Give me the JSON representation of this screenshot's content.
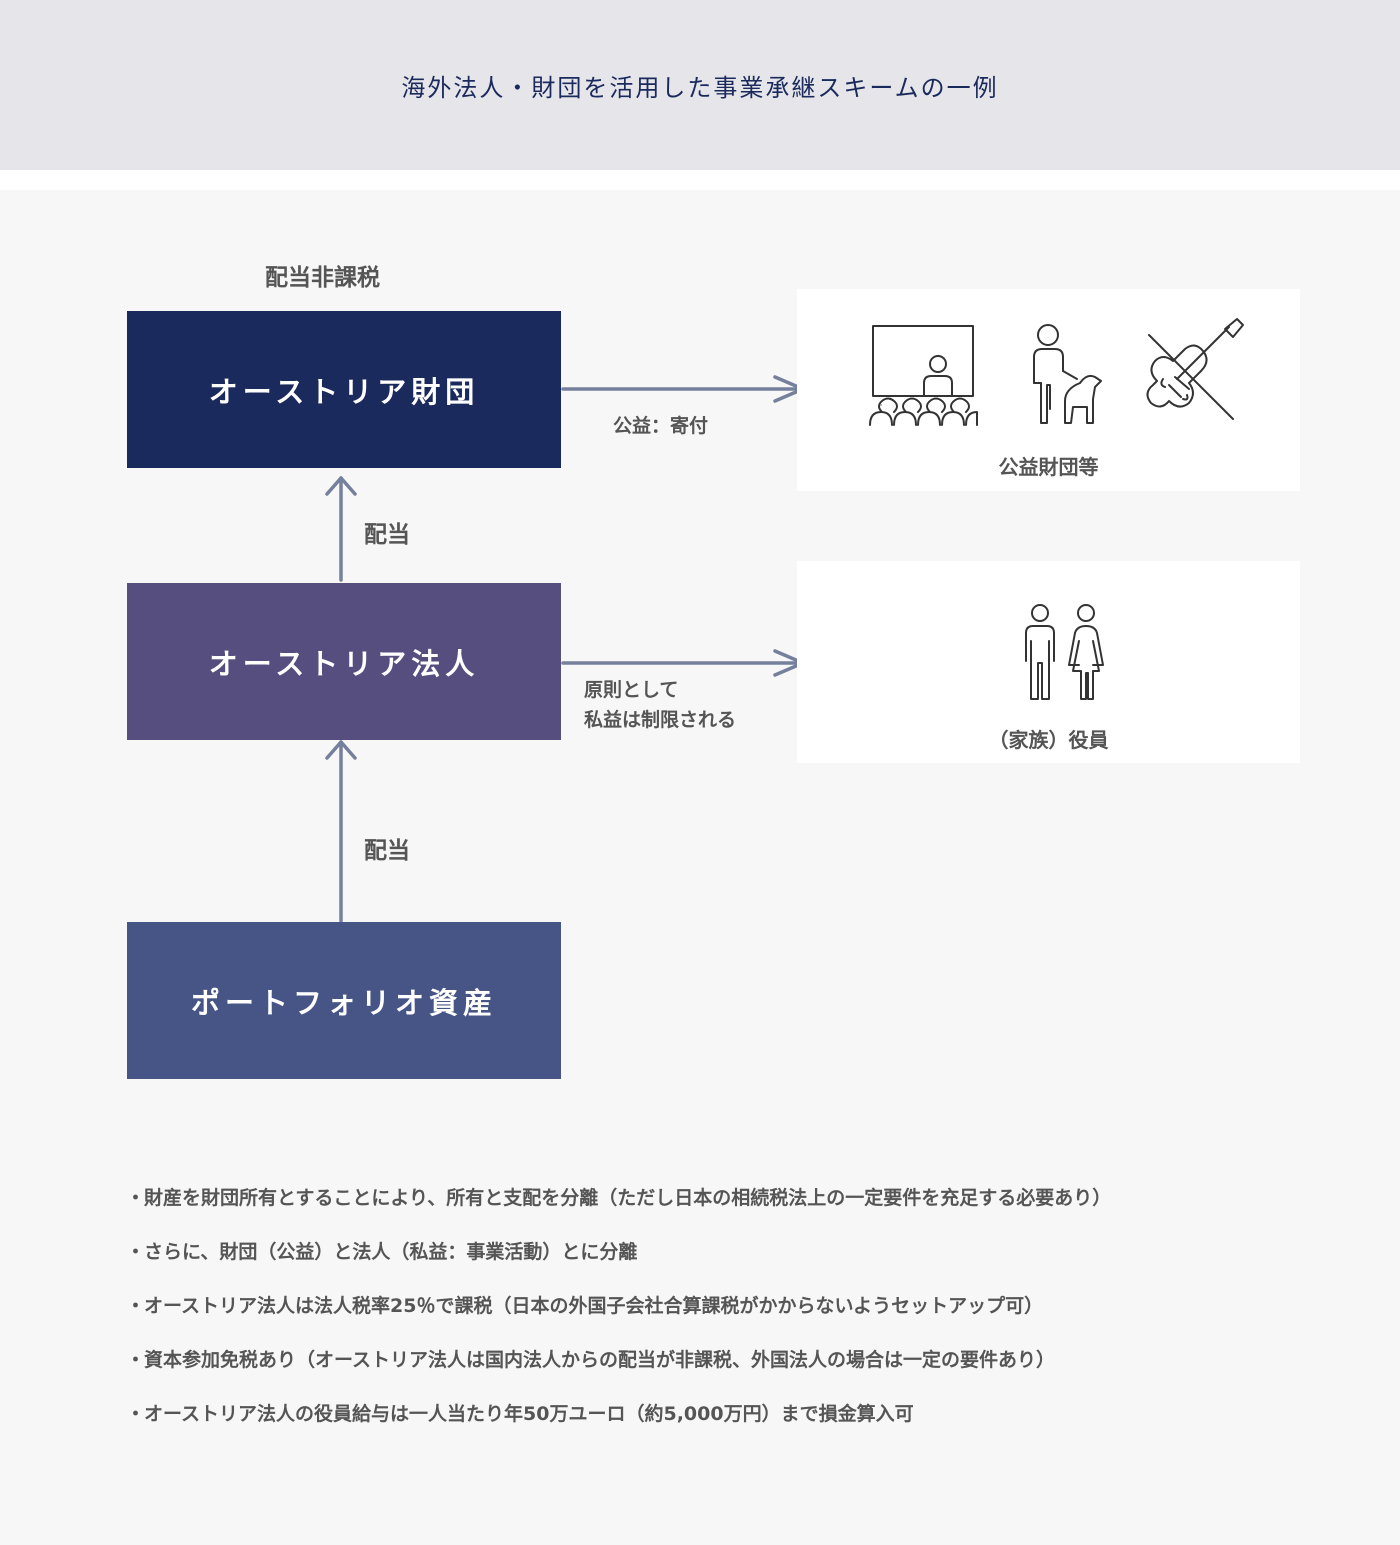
{
  "header": {
    "title": "海外法人・財団を活用した事業承継スキームの一例"
  },
  "diagram": {
    "dividend_tax_label": "配当非課税",
    "foundation_box": "オーストリア財団",
    "corporation_box": "オーストリア法人",
    "assets_box": "ポートフォリオ資産",
    "dividend_label_upper": "配当",
    "dividend_label_lower": "配当",
    "donation_label": "公益：寄付",
    "private_benefit_line1": "原則として",
    "private_benefit_line2": "私益は制限される",
    "public_panel": {
      "caption": "公益財団等",
      "icons": [
        "lecture-icon",
        "guide-dog-person-icon",
        "violin-icon"
      ]
    },
    "family_panel": {
      "caption": "（家族）役員",
      "icons": [
        "man-icon",
        "woman-icon"
      ]
    }
  },
  "notes": [
    "財産を財団所有とすることにより、所有と支配を分離（ただし日本の相続税法上の一定要件を充足する必要あり）",
    "さらに、財団（公益）と法人（私益：事業活動）とに分離",
    "オーストリア法人は法人税率25％で課税（日本の外国子会社合算課税がかからないようセットアップ可）",
    "資本参加免税あり（オーストリア法人は国内法人からの配当が非課税、外国法人の場合は一定の要件あり）",
    "オーストリア法人の役員給与は一人当たり年50万ユーロ（約5,000万円）まで損金算入可"
  ],
  "colors": {
    "foundation": "#1b2a5c",
    "corporation": "#564e7e",
    "assets": "#465486",
    "arrow": "#75809c",
    "header_bg": "#e6e6ea"
  }
}
